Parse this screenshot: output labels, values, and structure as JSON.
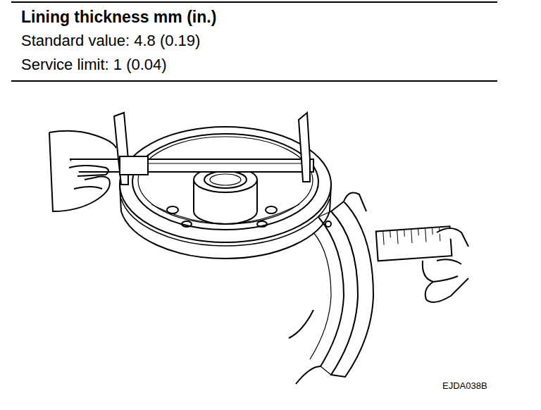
{
  "diagram": {
    "title": "Lining thickness mm (in.)",
    "labels": [
      "Standard value: 4.8 (0.19)",
      "Service limit: 1 (0.04)",
      "EJDA038B"
    ]
  }
}
